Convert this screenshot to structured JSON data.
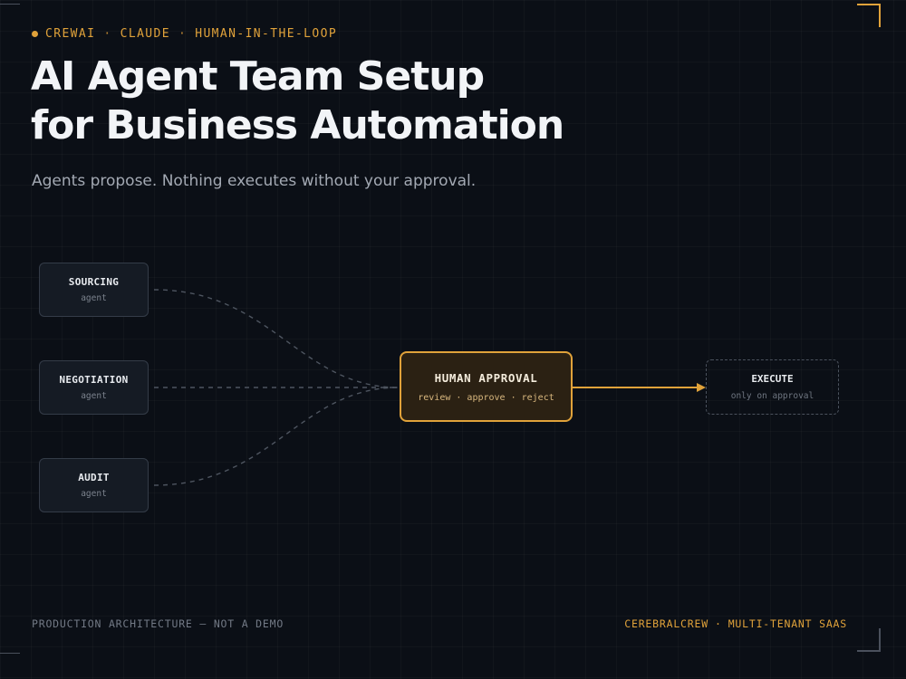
{
  "header": {
    "tags": [
      "CREWAI",
      "CLAUDE",
      "HUMAN-IN-THE-LOOP"
    ],
    "separator": "·",
    "title_line1": "AI Agent Team Setup",
    "title_line2": "for Business Automation",
    "subtitle": "Agents propose. Nothing executes without your approval."
  },
  "diagram": {
    "agents": [
      {
        "name": "SOURCING",
        "role": "agent"
      },
      {
        "name": "NEGOTIATION",
        "role": "agent"
      },
      {
        "name": "AUDIT",
        "role": "agent"
      }
    ],
    "approval": {
      "name": "HUMAN APPROVAL",
      "actions": "review · approve · reject"
    },
    "execute": {
      "name": "EXECUTE",
      "condition": "only on approval"
    }
  },
  "footer": {
    "left": "PRODUCTION ARCHITECTURE — NOT A DEMO",
    "right_brand": "CEREBRALCREW",
    "right_separator": "·",
    "right_product": "MULTI-TENANT SAAS"
  },
  "colors": {
    "background": "#0b0f16",
    "accent": "#e0a23a",
    "agent_fill": "#151b24",
    "approval_fill": "#2b2113"
  }
}
